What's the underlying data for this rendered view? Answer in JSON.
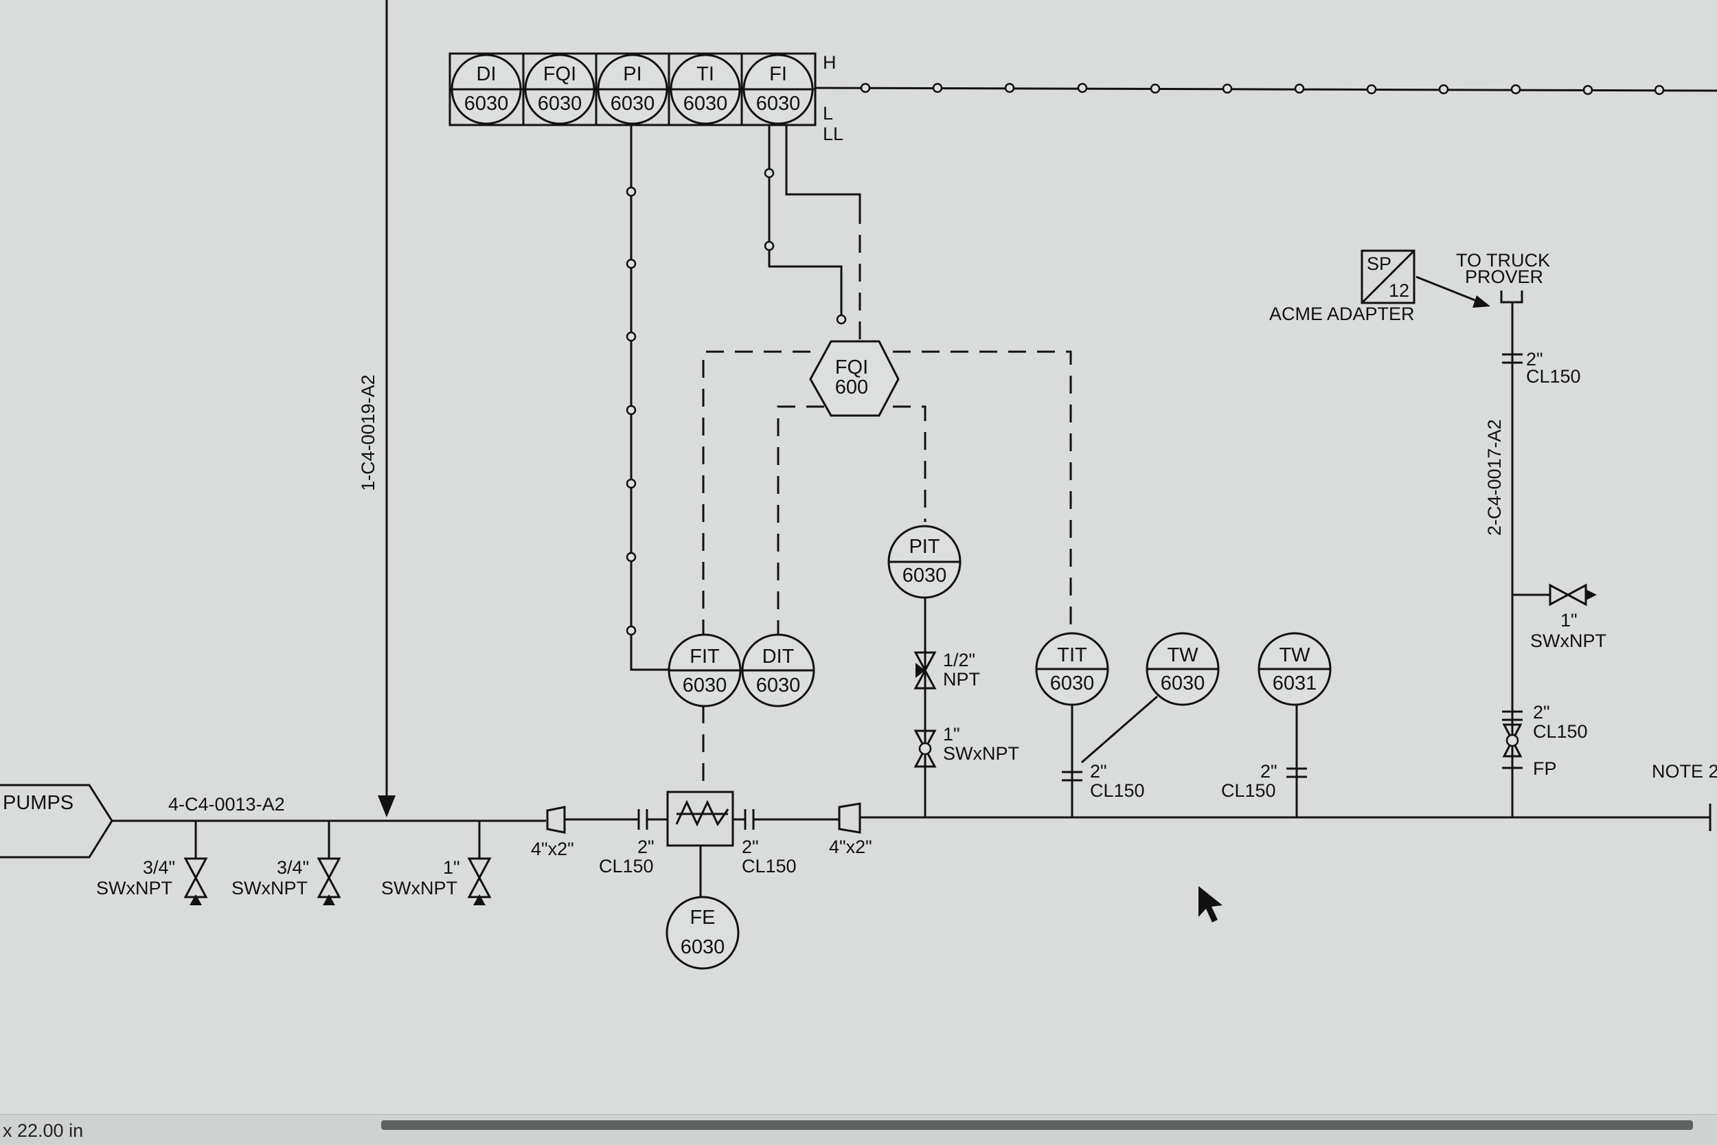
{
  "lines": {
    "main_line": "4-C4-0013-A2",
    "vertical_line_left": "1-C4-0019-A2",
    "vertical_line_right": "2-C4-0017-A2"
  },
  "labels": {
    "pumps": "PUMPS",
    "note": "NOTE 2",
    "to_truck_prover_1": "TO TRUCK",
    "to_truck_prover_2": "PROVER",
    "acme_adapter": "ACME ADAPTER",
    "alarm_h": "H",
    "alarm_l": "L",
    "alarm_ll": "LL"
  },
  "panel": [
    {
      "tag": "DI",
      "num": "6030"
    },
    {
      "tag": "FQI",
      "num": "6030"
    },
    {
      "tag": "PI",
      "num": "6030"
    },
    {
      "tag": "TI",
      "num": "6030"
    },
    {
      "tag": "FI",
      "num": "6030"
    }
  ],
  "instruments": {
    "fqi": {
      "tag": "FQI",
      "num": "600"
    },
    "pit": {
      "tag": "PIT",
      "num": "6030"
    },
    "fit": {
      "tag": "FIT",
      "num": "6030"
    },
    "dit": {
      "tag": "DIT",
      "num": "6030"
    },
    "tit": {
      "tag": "TIT",
      "num": "6030"
    },
    "tw1": {
      "tag": "TW",
      "num": "6030"
    },
    "tw2": {
      "tag": "TW",
      "num": "6031"
    },
    "fe": {
      "tag": "FE",
      "num": "6030"
    },
    "sp": {
      "tag": "SP",
      "num": "12"
    }
  },
  "specs": {
    "v1_size": "3/4\"",
    "v1_type": "SWxNPT",
    "v2_size": "3/4\"",
    "v2_type": "SWxNPT",
    "v3_size": "1\"",
    "v3_type": "SWxNPT",
    "reducer_left": "4\"x2\"",
    "reducer_right": "4\"x2\"",
    "flange_left_size": "2\"",
    "flange_left_class": "CL150",
    "flange_right_size": "2\"",
    "flange_right_class": "CL150",
    "pit_valve1_size": "1/2\"",
    "pit_valve1_type": "NPT",
    "pit_valve2_size": "1\"",
    "pit_valve2_type": "SWxNPT",
    "tit_flange_size": "2\"",
    "tit_flange_class": "CL150",
    "tw_flange_size": "2\"",
    "tw_flange_class": "CL150",
    "right_top_flange_size": "2\"",
    "right_top_flange_class": "CL150",
    "right_valve_size": "1\"",
    "right_valve_type": "SWxNPT",
    "right_bottom_flange_size": "2\"",
    "right_bottom_flange_class": "CL150",
    "fp": "FP"
  },
  "status": {
    "zoom": "x 22.00 in"
  }
}
